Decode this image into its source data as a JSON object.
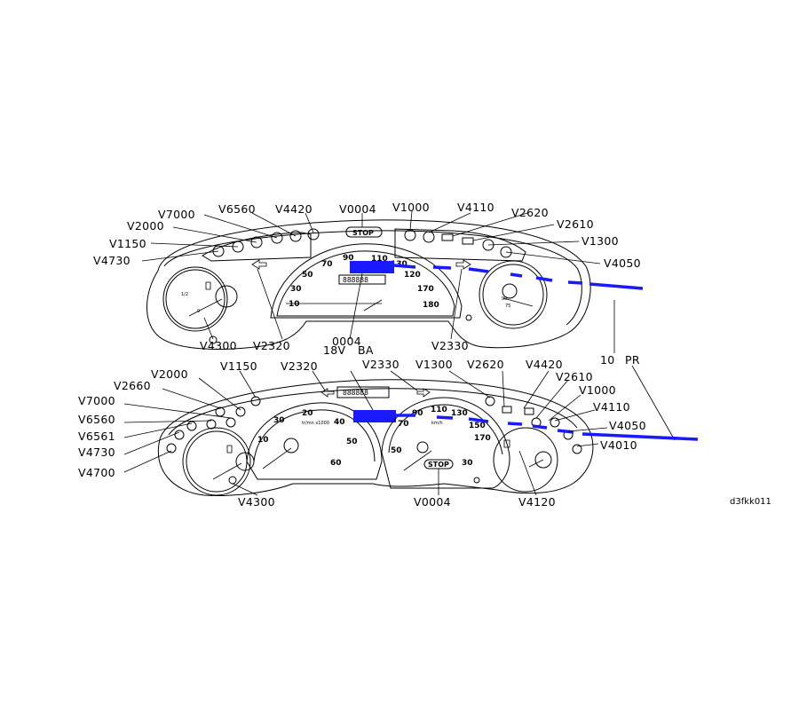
{
  "top_cluster": {
    "labels": {
      "v7000": "V7000",
      "v6560": "V6560",
      "v4420": "V4420",
      "v0004": "V0004",
      "v1000": "V1000",
      "v4110": "V4110",
      "v2620": "V2620",
      "v2000": "V2000",
      "v2610": "V2610",
      "v1150": "V1150",
      "v1300": "V1300",
      "v4730": "V4730",
      "v4050": "V4050",
      "v4300": "V4300",
      "v2320": "V2320",
      "v2330": "V2330",
      "code_0004": "0004",
      "code_18v": "18V",
      "code_ba": "BA",
      "code_10": "10",
      "code_pr": "PR"
    },
    "stop_text": "STOP",
    "odometer": "888888",
    "speedo_numbers": [
      "70",
      "90",
      "110",
      "130",
      "50",
      "120",
      "30",
      "170",
      "10",
      "180"
    ],
    "fuel_marks": [
      "1/2",
      "0"
    ],
    "temp_marks": [
      "90",
      "75"
    ]
  },
  "bottom_cluster": {
    "labels": {
      "v2000": "V2000",
      "v1150": "V1150",
      "v2320": "V2320",
      "v2330": "V2330",
      "v1300": "V1300",
      "v2620": "V2620",
      "v4420": "V4420",
      "v2660": "V2660",
      "v2610": "V2610",
      "v1000": "V1000",
      "v7000": "V7000",
      "v4110": "V4110",
      "v6560": "V6560",
      "v4050": "V4050",
      "v6561": "V6561",
      "v4010": "V4010",
      "v4730": "V4730",
      "v4700": "V4700",
      "v4300": "V4300",
      "v0004": "V0004",
      "v4120": "V4120"
    },
    "stop_text": "STOP",
    "odometer": "888888",
    "tacho_numbers": [
      "20",
      "30",
      "40",
      "10",
      "50",
      "60"
    ],
    "tacho_unit": "tr/mn x1000",
    "speedo_numbers": [
      "70",
      "90",
      "110",
      "130",
      "150",
      "170",
      "50",
      "30"
    ],
    "speedo_unit": "km/h"
  },
  "figure_code": "d3fkk011"
}
